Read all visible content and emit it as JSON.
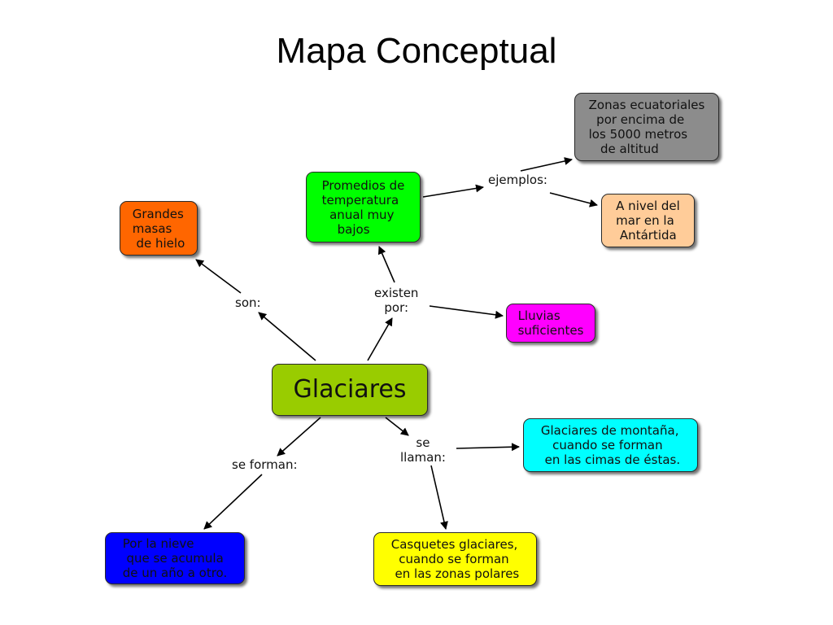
{
  "title": "Mapa Conceptual",
  "nodes": {
    "glaciares": {
      "text": "Glaciares",
      "color": "#99cc00"
    },
    "grandes_masas": {
      "text": "Grandes\nmasas\n de hielo",
      "color": "#ff6600"
    },
    "promedios": {
      "text": "Promedios de\ntemperatura\n  anual muy\n    bajos",
      "color": "#00ff00"
    },
    "zonas_ecuatoriales": {
      "text": "Zonas ecuatoriales\n  por encima de\nlos 5000 metros\n   de altitud",
      "color": "#8c8c8c"
    },
    "nivel_mar": {
      "text": "A nivel del\nmar en la\n Antártida",
      "color": "#ffcc99"
    },
    "lluvias": {
      "text": "Lluvias\nsuficientes",
      "color": "#ff00ff"
    },
    "montana": {
      "text": "Glaciares de montaña,\n   cuando se forman\n en las cimas de éstas.",
      "color": "#00ffff"
    },
    "casquetes": {
      "text": "Casquetes glaciares,\n  cuando se forman\n en las zonas polares",
      "color": "#ffff00"
    },
    "nieve": {
      "text": "Por la nieve\n que se acumula\nde un año a otro.",
      "color": "#0000ff"
    }
  },
  "links": {
    "son": "son:",
    "existen_por": "existen\npor:",
    "ejemplos": "ejemplos:",
    "se_llaman": "se\nllaman:",
    "se_forman": "se forman:"
  }
}
